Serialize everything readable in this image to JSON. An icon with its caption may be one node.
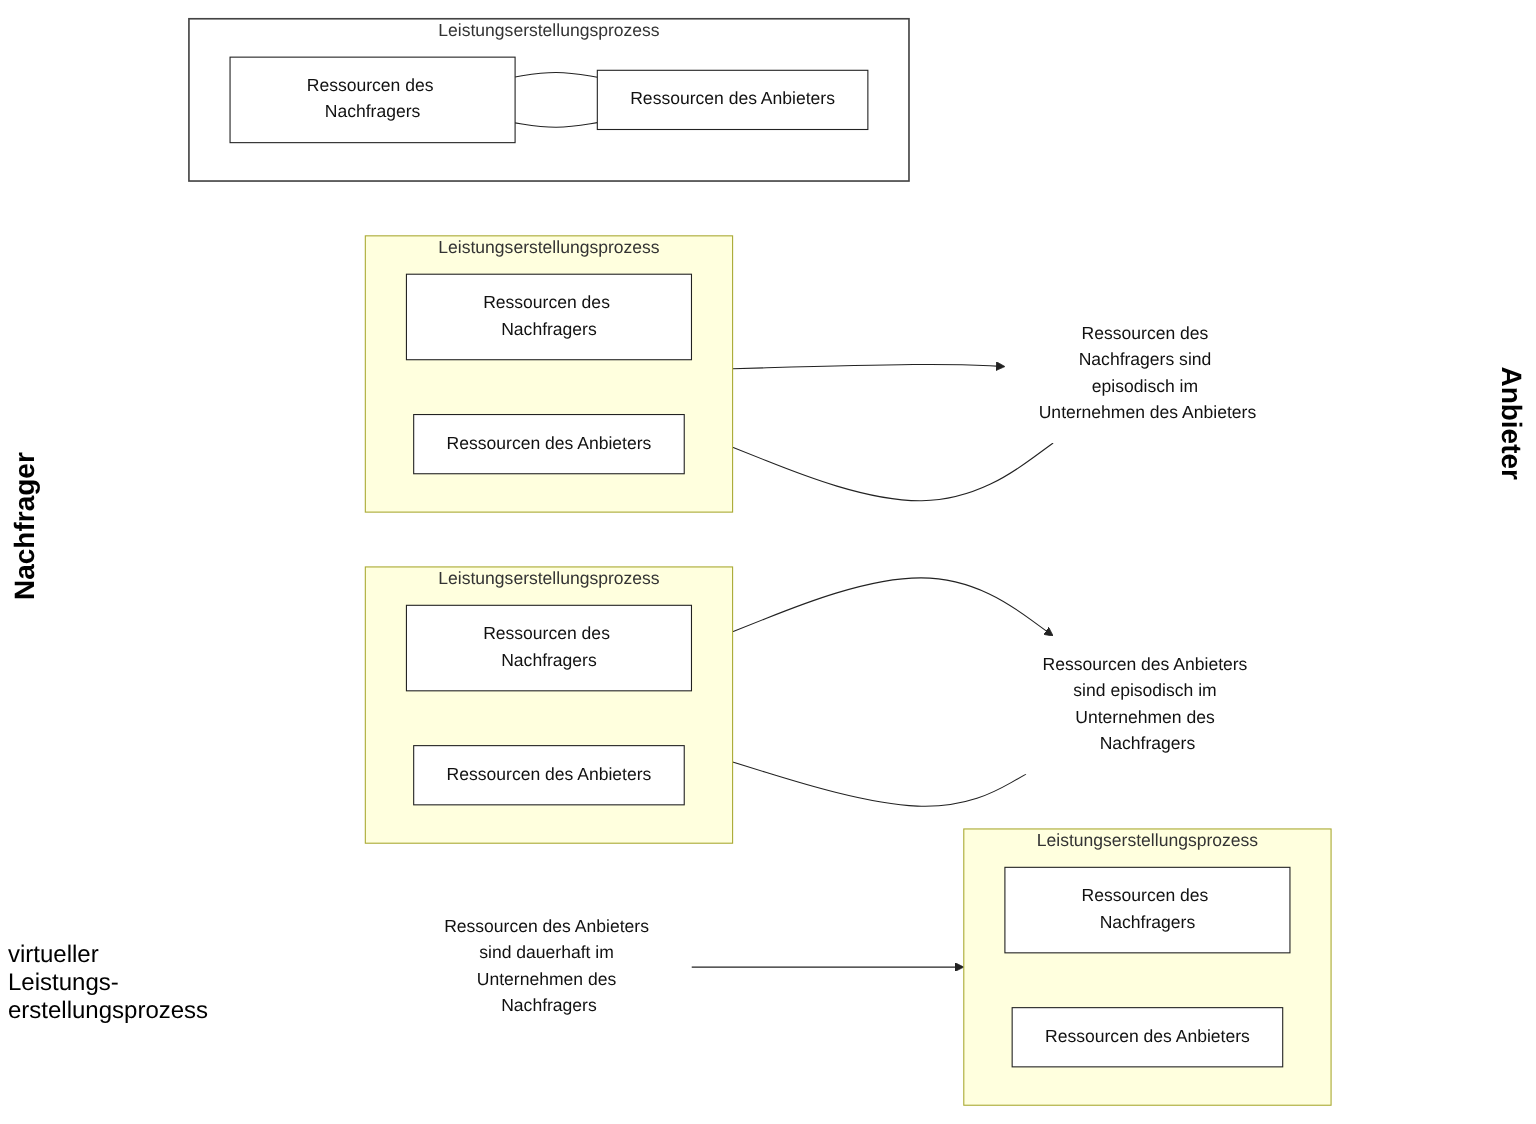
{
  "diagram": {
    "nodes": [
      {
        "text": [
          "Leistungserstellungsprozess"
        ]
      },
      {
        "text": [
          "Ressourcen des Nachfragers"
        ],
        "in": 0
      },
      {
        "text": [
          "Ressourcen des Anbieters"
        ],
        "in": 0
      },
      {
        "text": [
          "Ressourcen des Anbieters sind dauerhaft im Unternehmen des Nachfragers"
        ]
      },
      {
        "text": [
          "Leistungserstellungsprozess"
        ]
      },
      {
        "text": [
          "Ressourcen des Nachfragers"
        ],
        "in": 4
      },
      {
        "text": [
          "Ressourcen des Anbieters"
        ],
        "in": 4
      },
      {
        "text": [
          "Ressourcen des Anbieters sind episodisch im Unternehmen des Nachfragers"
        ]
      },
      {
        "text": [
          "Ressourcen des Nachfragers sind episodisch im Unternehmen des Anbieters"
        ]
      },
      {
        "text": [
          "Leistungserstellungsprozess"
        ]
      },
      {
        "text": [
          "Ressourcen des Nachfragers"
        ],
        "in": 9
      },
      {
        "text": [
          "Ressourcen des Anbieters"
        ],
        "in": 9
      },
      {
        "text": [
          "Leistungserstellungsprozess"
        ]
      },
      {
        "text": [
          "Ressourcen des Nachfragers"
        ],
        "in": 12
      },
      {
        "text": [
          "Ressourcen des Anbieters"
        ],
        "in": 12
      }
    ],
    "edges": [
      {
        "from": 3,
        "to": 0,
        "arrow": "to"
      },
      {
        "from": 7,
        "to": 4,
        "arrow": "none"
      },
      {
        "from": 4,
        "to": 7,
        "arrow": "to"
      },
      {
        "from": 8,
        "to": 9,
        "arrow": "none"
      },
      {
        "from": 9,
        "to": 8,
        "arrow": "to"
      },
      {
        "from": 13,
        "to": 14,
        "arrow": "none"
      },
      {
        "from": 14,
        "to": 13,
        "arrow": "none"
      }
    ],
    "labels": [
      "Nachfrager",
      "Anbieter",
      "virtueller Leistungs- erstellungsprozess"
    ]
  }
}
